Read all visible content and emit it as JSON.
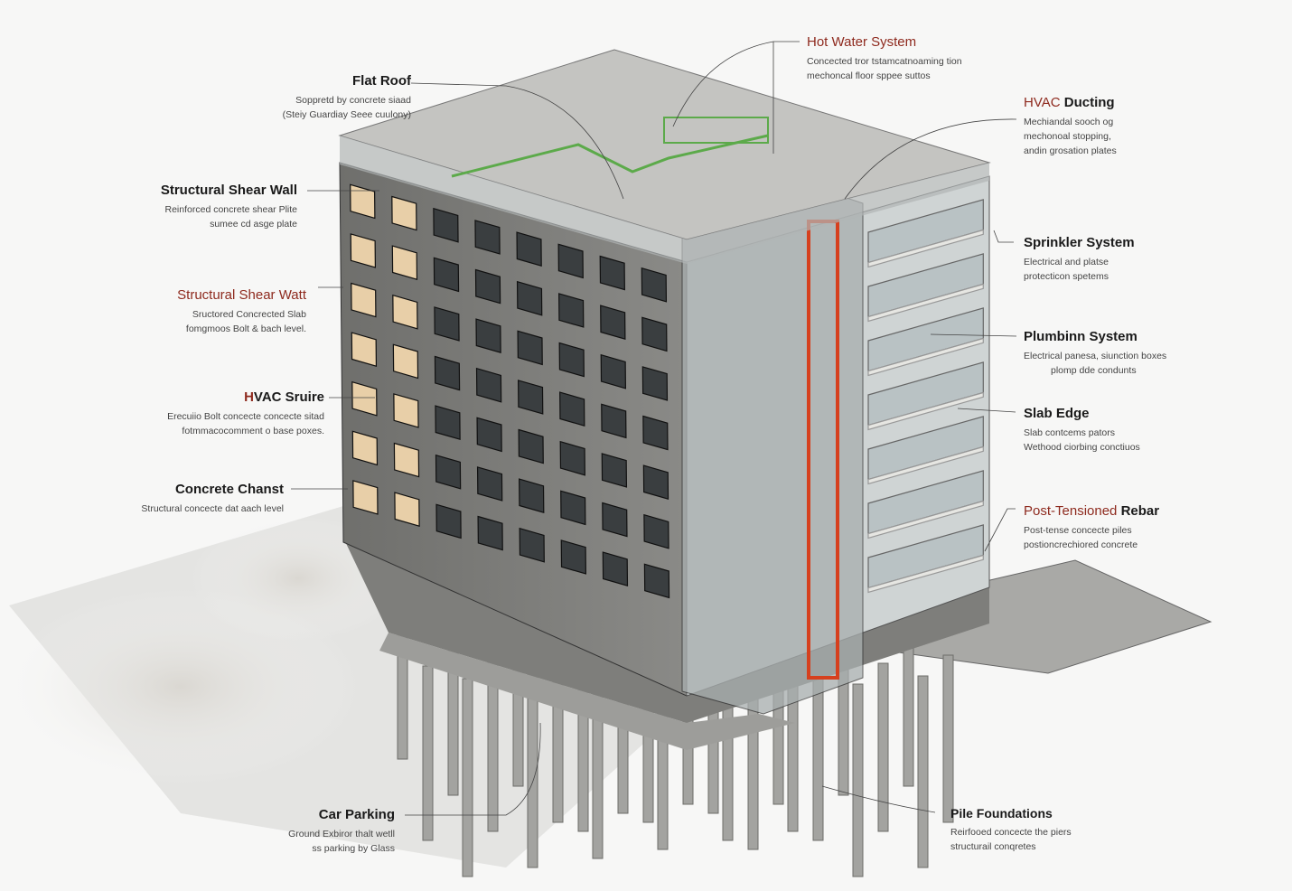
{
  "colors": {
    "accent_red": "#8e2a1e",
    "concrete": "#8f8f8c",
    "glass": "#c9d2d4",
    "riser": "#d6401e",
    "duct": "#5caa4a"
  },
  "labels": {
    "flat_roof": {
      "title": "Flat Roof",
      "lines": [
        "Soppretd by concrete siaad",
        "(Steiy Guardiay Seee cuulony)"
      ]
    },
    "shear_wall_1": {
      "title": "Structural Shear Wall",
      "lines": [
        "Reinforced concrete shear Plite",
        "sumee cd asge plate"
      ]
    },
    "shear_wall_2": {
      "title": "Structural Shear Watt",
      "lines": [
        "Sructored Concrected Slab",
        "fomgmoos Bolt & bach level."
      ]
    },
    "hvac_shaft": {
      "title_accent": "H",
      "title_rest": "VAC Sruire",
      "lines": [
        "Erecuiio Bolt concecte concecte sitad",
        "fotmmacocomment o base poxes."
      ]
    },
    "concrete_channel": {
      "title": "Concrete Chanst",
      "lines": [
        "Structural concecte dat aach level"
      ]
    },
    "car_parking": {
      "title": "Car Parking",
      "lines": [
        "Ground Exbiror thalt wetll",
        "ss parking by Glass"
      ]
    },
    "hot_water": {
      "title": "Hot Water System",
      "lines": [
        "Concected tror tstamcatnoaming tion",
        "mechoncal floor sppee suttos"
      ]
    },
    "hvac_ducting": {
      "title_accent": "HVAC",
      "title_rest": " Ducting",
      "lines": [
        "Mechiandal sooch og",
        "mechonoal stopping,",
        "andin grosation plates"
      ]
    },
    "sprinkler": {
      "title": "Sprinkler System",
      "lines": [
        "Electrical and platse",
        "protecticon spetems"
      ]
    },
    "plumbing": {
      "title": "Plumbinn System",
      "lines": [
        "Electrical panesa, siunction boxes",
        "plomp dde condunts"
      ]
    },
    "slab_edge": {
      "title": "Slab Edge",
      "lines": [
        "Slab contcems pators",
        "Wethood ciorbing conctiuos"
      ]
    },
    "post_tensioned": {
      "title_accent": "Post-Tensioned",
      "title_rest": " Rebar",
      "lines": [
        "Post-tense concecte piles",
        "postioncrechiored concrete"
      ]
    },
    "pile_foundations": {
      "title": "Pile Foundations",
      "lines": [
        "Reirfooed concecte the piers",
        "structurail conqretes"
      ]
    }
  }
}
